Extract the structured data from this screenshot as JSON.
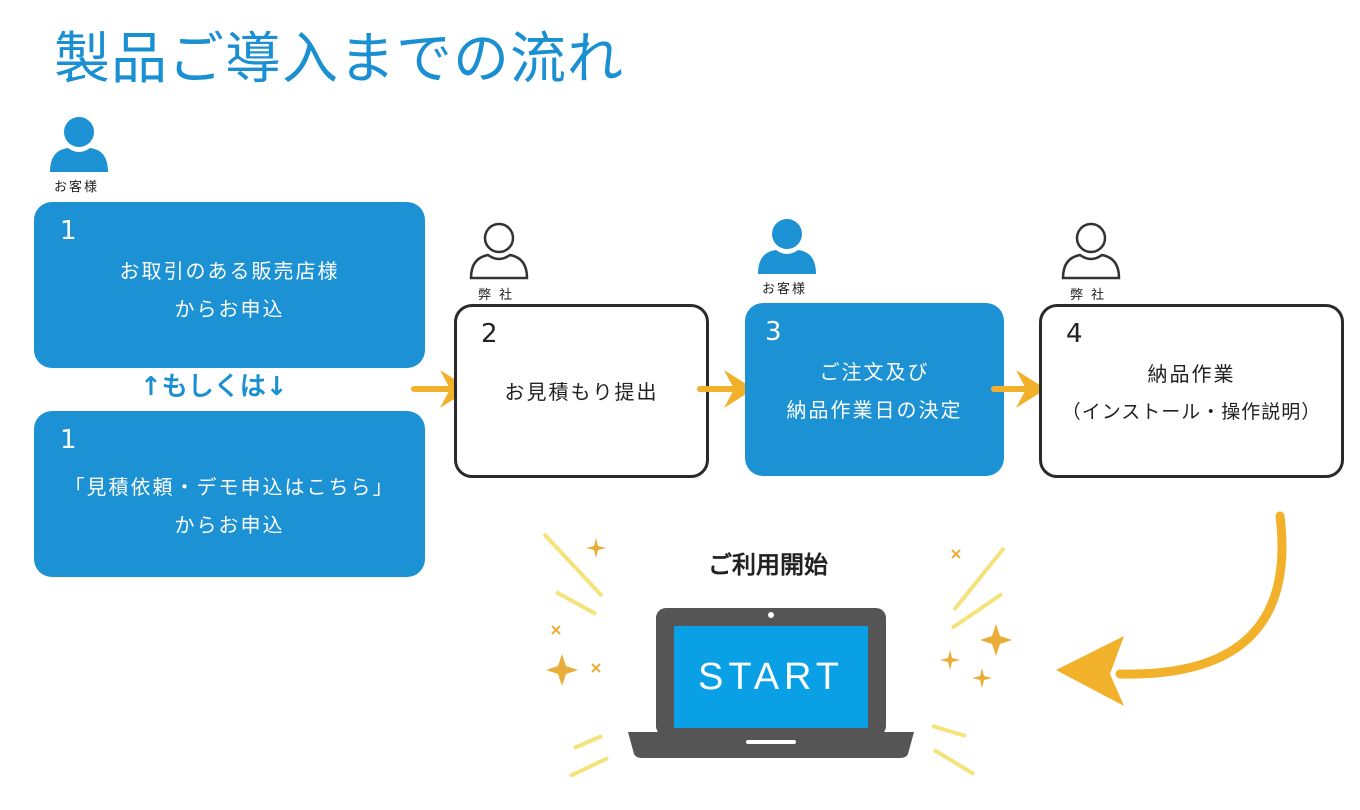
{
  "title": "製品ご導入までの流れ",
  "roles": {
    "customer": "お客様",
    "company": "弊 社"
  },
  "step1a": {
    "num": "1",
    "line1": "お取引のある販売店様",
    "line2": "からお申込"
  },
  "or_label": "↑もしくは↓",
  "step1b": {
    "num": "1",
    "line1": "「見積依頼・デモ申込はこちら」",
    "line2": "からお申込"
  },
  "step2": {
    "num": "2",
    "line1": "お見積もり提出"
  },
  "step3": {
    "num": "3",
    "line1": "ご注文及び",
    "line2": "納品作業日の決定"
  },
  "step4": {
    "num": "4",
    "line1": "納品作業",
    "line2": "（インストール・操作説明）"
  },
  "start": {
    "caption": "ご利用開始",
    "screen_text": "START"
  },
  "colors": {
    "blue": "#1c92d4",
    "arrow": "#f2b12a",
    "sparkle_line": "#f3e37a",
    "sparkle_star": "#e9ae3a",
    "laptop": "#555555",
    "screen": "#0aa0e6"
  }
}
